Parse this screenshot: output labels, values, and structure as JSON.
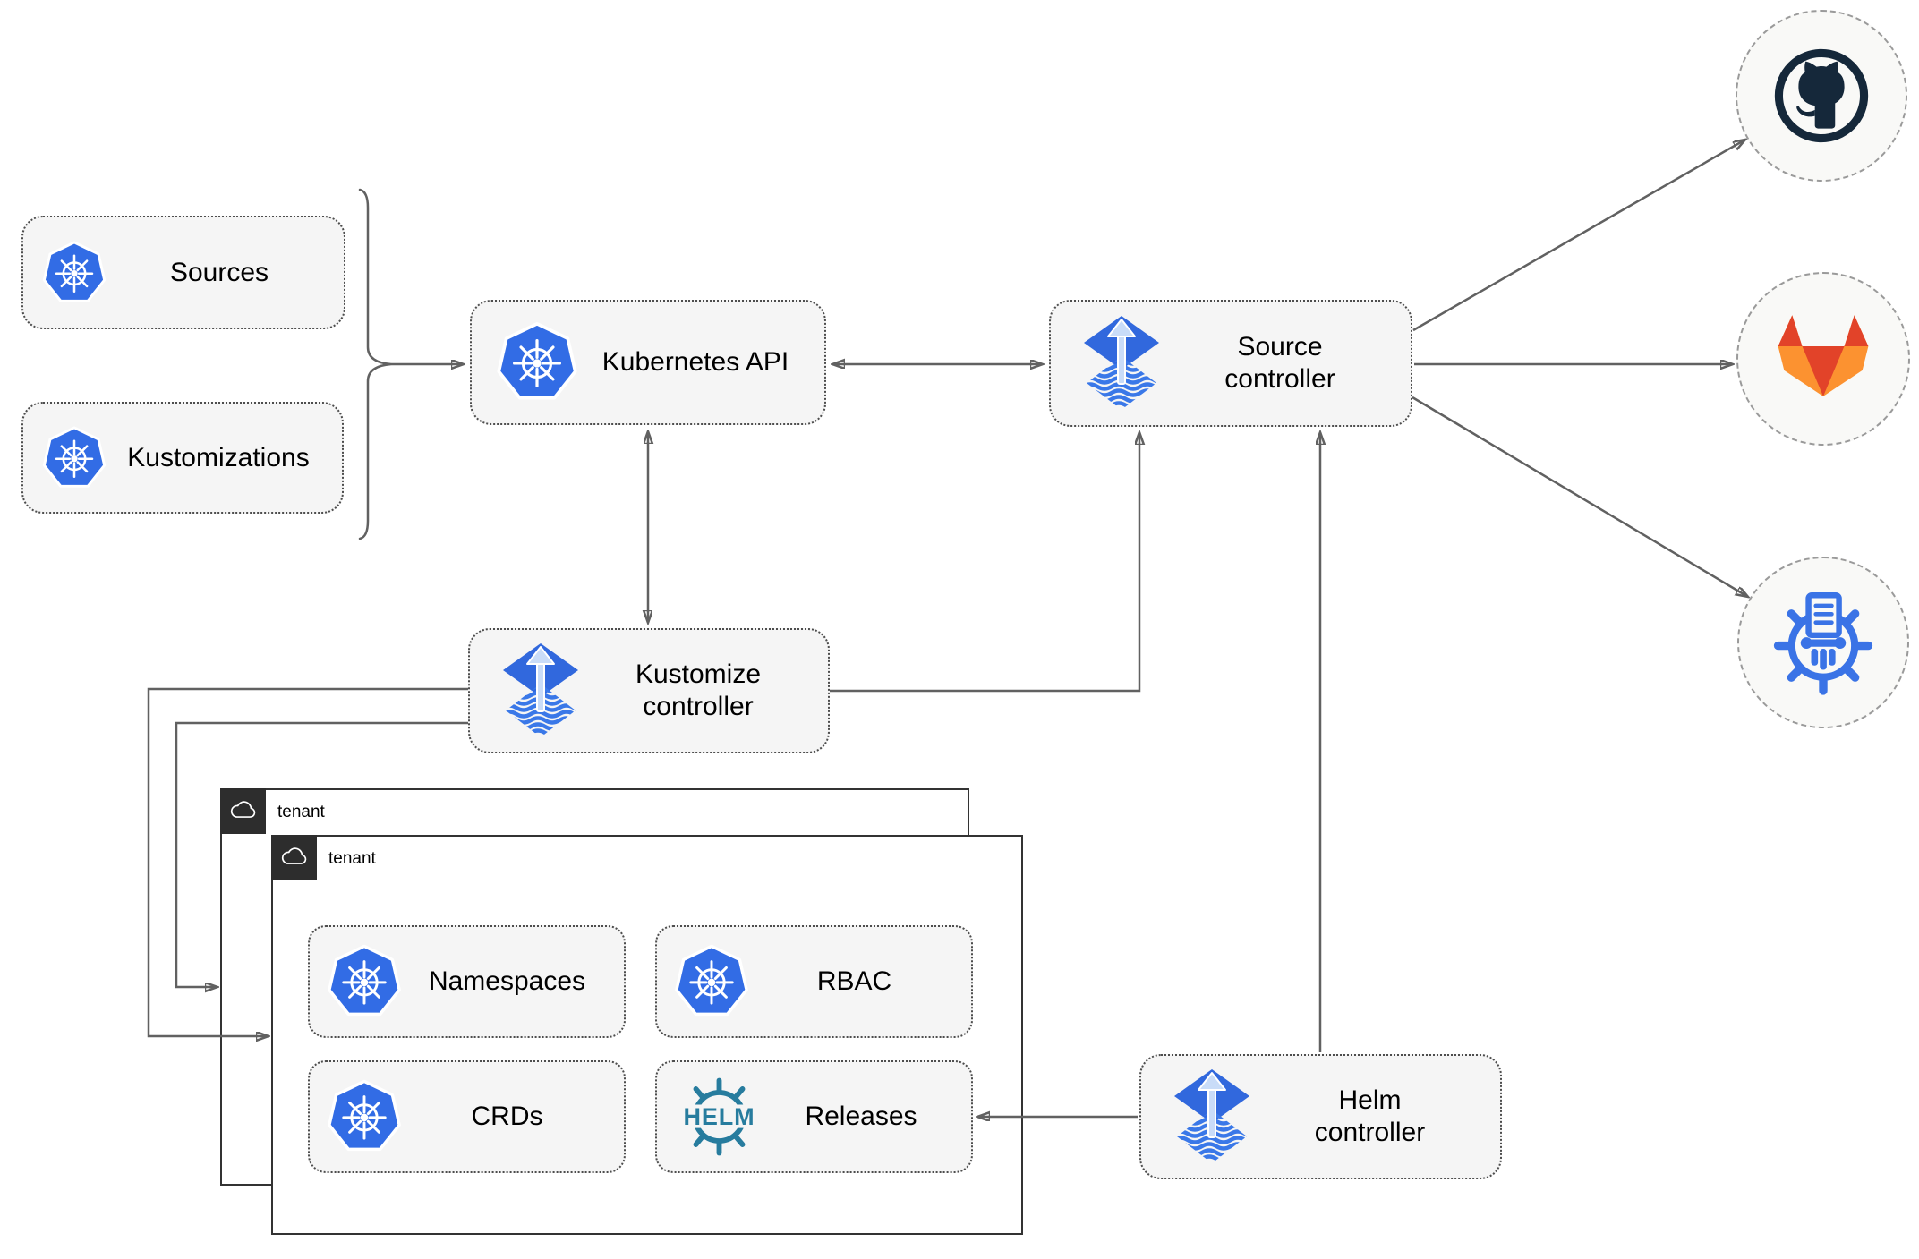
{
  "nodes": {
    "sources": {
      "label": "Sources",
      "icon": "kubernetes-icon"
    },
    "kustomizations": {
      "label": "Kustomizations",
      "icon": "kubernetes-icon"
    },
    "kubernetes_api": {
      "label": "Kubernetes API",
      "icon": "kubernetes-icon"
    },
    "source_controller": {
      "label": "Source controller",
      "icon": "flux-icon"
    },
    "kustomize_controller": {
      "label": "Kustomize controller",
      "icon": "flux-icon"
    },
    "helm_controller": {
      "label": "Helm controller",
      "icon": "flux-icon"
    },
    "namespaces": {
      "label": "Namespaces",
      "icon": "kubernetes-icon"
    },
    "rbac": {
      "label": "RBAC",
      "icon": "kubernetes-icon"
    },
    "crds": {
      "label": "CRDs",
      "icon": "kubernetes-icon"
    },
    "releases": {
      "label": "Releases",
      "icon": "helm-icon"
    }
  },
  "groups": {
    "tenant_back": {
      "label": "tenant",
      "icon": "cloud-icon"
    },
    "tenant_front": {
      "label": "tenant",
      "icon": "cloud-icon"
    }
  },
  "providers": [
    {
      "name": "github",
      "icon": "github-icon"
    },
    {
      "name": "gitlab",
      "icon": "gitlab-icon"
    },
    {
      "name": "container-registry",
      "icon": "registry-wheel-icon"
    }
  ],
  "helm_logo_text": "HELM",
  "edges": [
    {
      "from": "sources+kustomizations",
      "to": "kubernetes-api",
      "arrow": "forward"
    },
    {
      "from": "kubernetes-api",
      "to": "source-controller",
      "arrow": "both"
    },
    {
      "from": "kubernetes-api",
      "to": "kustomize-controller",
      "arrow": "both"
    },
    {
      "from": "kustomize-controller",
      "to": "source-controller",
      "arrow": "forward"
    },
    {
      "from": "helm-controller",
      "to": "source-controller",
      "arrow": "forward"
    },
    {
      "from": "source-controller",
      "to": "github",
      "arrow": "forward"
    },
    {
      "from": "source-controller",
      "to": "gitlab",
      "arrow": "forward"
    },
    {
      "from": "source-controller",
      "to": "container-registry",
      "arrow": "forward"
    },
    {
      "from": "kustomize-controller",
      "to": "tenant-front",
      "arrow": "forward"
    },
    {
      "from": "kustomize-controller",
      "to": "tenant-back",
      "arrow": "forward"
    },
    {
      "from": "helm-controller",
      "to": "releases",
      "arrow": "forward"
    }
  ],
  "colors": {
    "kubernetes_blue": "#326ce5",
    "flux_blue": "#3168dd",
    "flux_light_arrow": "#c9dcf8",
    "helm_teal": "#277c9e",
    "github_navy": "#15283a",
    "gitlab_red": "#e24329",
    "gitlab_orange": "#fc9230",
    "connector_gray": "#616161",
    "node_fill": "#f5f5f5",
    "tenant_badge": "#2d2d2d"
  }
}
